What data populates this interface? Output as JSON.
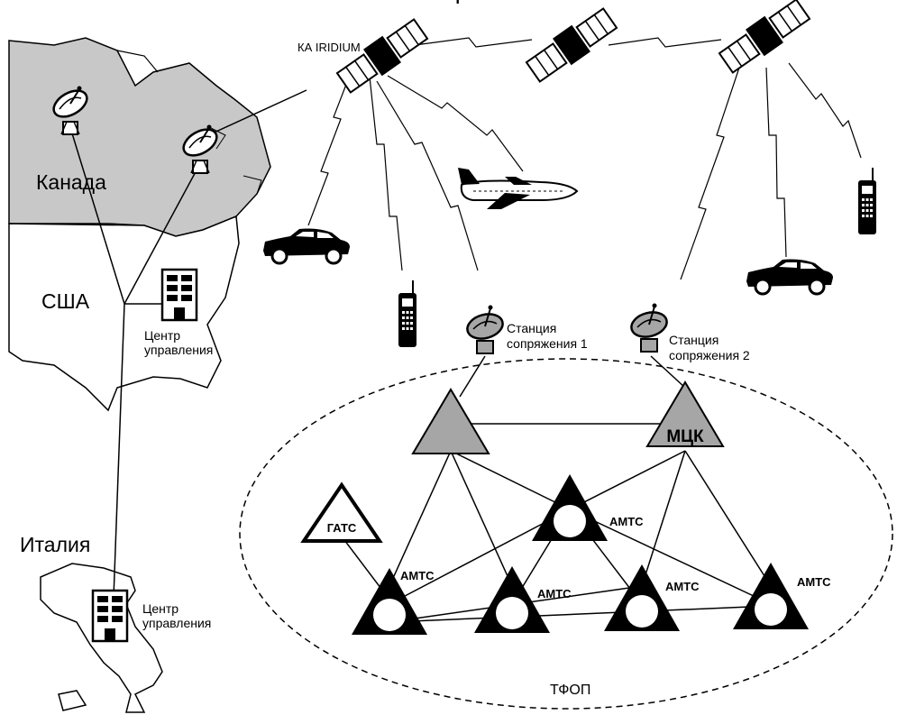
{
  "satellite": {
    "label": "КА IRIDIUM"
  },
  "regions": {
    "canada": "Канада",
    "usa": "США",
    "italy": "Италия"
  },
  "control_center": {
    "line1": "Центр",
    "line2": "управления"
  },
  "gateway1": {
    "line1": "Станция",
    "line2": "сопряжения 1"
  },
  "gateway2": {
    "line1": "Станция",
    "line2": "сопряжения 2"
  },
  "network": {
    "msc": "МЦК",
    "local_exchange": "ГАТС",
    "amts": "АМТС",
    "pstn": "ТФОП"
  },
  "colors": {
    "map_fill": "#c8c8c8",
    "msc_fill": "#a6a6a6",
    "ink": "#000000"
  }
}
